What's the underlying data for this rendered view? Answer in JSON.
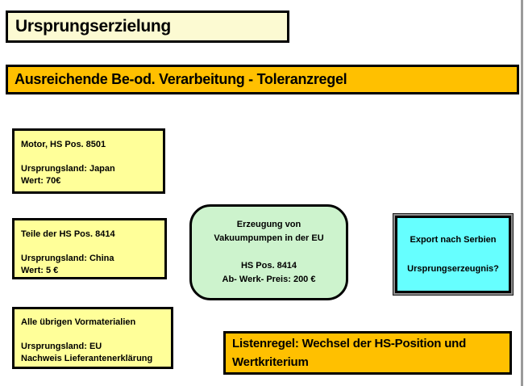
{
  "colors": {
    "pale_yellow": "#FCFAD2",
    "yellow": "#FFFF99",
    "orange": "#FFC000",
    "green": "#CDF3CD",
    "cyan": "#66FFFF",
    "border_black": "#000000",
    "frame_gray": "#8F8F8F",
    "edge_gray": "#9A9A9A"
  },
  "title_box": {
    "text": "Ursprungserzielung"
  },
  "headline_band": {
    "text": "Ausreichende Be-od. Verarbeitung - Toleranzregel"
  },
  "material_boxes": [
    {
      "lines": [
        "Motor, HS Pos. 8501",
        "",
        "Ursprungsland: Japan",
        "Wert: 70€"
      ]
    },
    {
      "lines": [
        "Teile der HS Pos. 8414",
        "",
        "Ursprungsland: China",
        "Wert: 5 €"
      ]
    },
    {
      "lines": [
        "Alle übrigen Vormaterialien",
        "",
        "Ursprungsland: EU",
        "Nachweis Lieferantenerklärung"
      ]
    }
  ],
  "production_box": {
    "lines": [
      "Erzeugung von",
      "Vakuumpumpen in der EU",
      "",
      "HS Pos. 8414",
      "Ab- Werk- Preis: 200 €"
    ]
  },
  "export_box": {
    "lines": [
      "Export nach Serbien",
      "",
      "Ursprungserzeugnis?"
    ]
  },
  "rule_box": {
    "lines": [
      "Listenregel: Wechsel der HS-Position und",
      "Wertkriterium"
    ]
  }
}
